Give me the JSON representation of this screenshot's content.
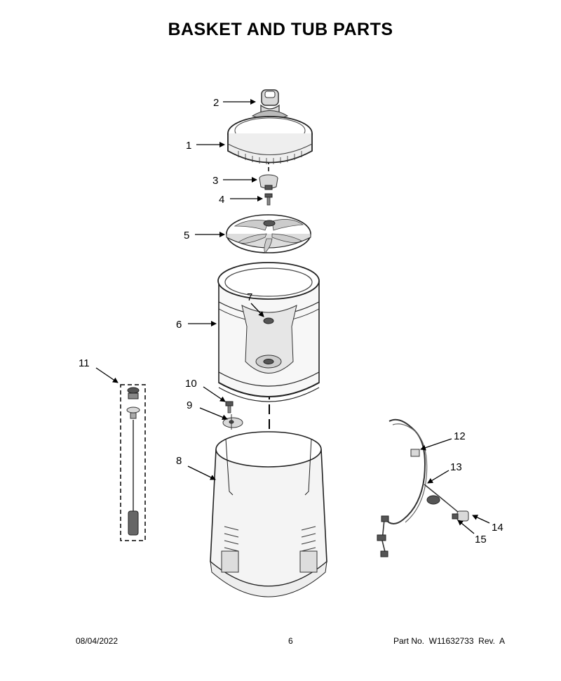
{
  "title": "BASKET AND TUB PARTS",
  "callouts": [
    {
      "id": "1",
      "label": "1"
    },
    {
      "id": "2",
      "label": "2"
    },
    {
      "id": "3",
      "label": "3"
    },
    {
      "id": "4",
      "label": "4"
    },
    {
      "id": "5",
      "label": "5"
    },
    {
      "id": "6",
      "label": "6"
    },
    {
      "id": "7",
      "label": "7"
    },
    {
      "id": "8",
      "label": "8"
    },
    {
      "id": "9",
      "label": "9"
    },
    {
      "id": "10",
      "label": "10"
    },
    {
      "id": "11",
      "label": "11"
    },
    {
      "id": "12",
      "label": "12"
    },
    {
      "id": "13",
      "label": "13"
    },
    {
      "id": "14",
      "label": "14"
    },
    {
      "id": "15",
      "label": "15"
    }
  ],
  "footer": {
    "date": "08/04/2022",
    "page": "6",
    "part": "Part No.  W11632733  Rev.  A"
  }
}
